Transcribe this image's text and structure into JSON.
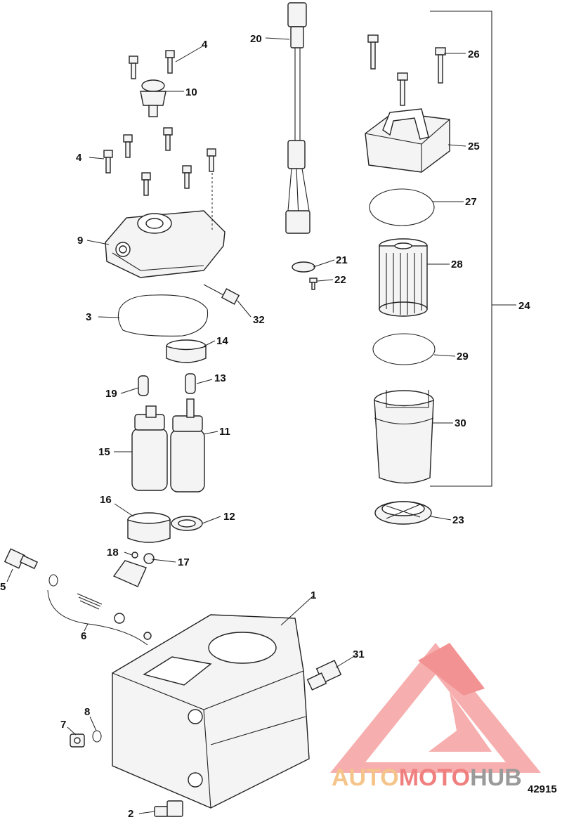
{
  "callouts": [
    {
      "id": "1",
      "text": "1"
    },
    {
      "id": "2",
      "text": "2"
    },
    {
      "id": "3",
      "text": "3"
    },
    {
      "id": "4a",
      "text": "4"
    },
    {
      "id": "4b",
      "text": "4"
    },
    {
      "id": "5",
      "text": "5"
    },
    {
      "id": "6",
      "text": "6"
    },
    {
      "id": "7",
      "text": "7"
    },
    {
      "id": "8",
      "text": "8"
    },
    {
      "id": "9",
      "text": "9"
    },
    {
      "id": "10",
      "text": "10"
    },
    {
      "id": "11",
      "text": "11"
    },
    {
      "id": "12",
      "text": "12"
    },
    {
      "id": "13",
      "text": "13"
    },
    {
      "id": "14",
      "text": "14"
    },
    {
      "id": "15",
      "text": "15"
    },
    {
      "id": "16",
      "text": "16"
    },
    {
      "id": "17",
      "text": "17"
    },
    {
      "id": "18",
      "text": "18"
    },
    {
      "id": "19",
      "text": "19"
    },
    {
      "id": "20",
      "text": "20"
    },
    {
      "id": "21",
      "text": "21"
    },
    {
      "id": "22",
      "text": "22"
    },
    {
      "id": "23",
      "text": "23"
    },
    {
      "id": "24",
      "text": "24"
    },
    {
      "id": "25",
      "text": "25"
    },
    {
      "id": "26",
      "text": "26"
    },
    {
      "id": "27",
      "text": "27"
    },
    {
      "id": "28",
      "text": "28"
    },
    {
      "id": "29",
      "text": "29"
    },
    {
      "id": "30",
      "text": "30"
    },
    {
      "id": "31",
      "text": "31"
    },
    {
      "id": "32",
      "text": "32"
    }
  ],
  "figure_number": "42915",
  "watermark": {
    "text_part1": "AUTO",
    "text_part2": "MOTO",
    "text_part3": "HUB",
    "color_primary": "#f08080",
    "color_secondary": "#f5c48a",
    "color_dark": "#9a9a9a"
  }
}
